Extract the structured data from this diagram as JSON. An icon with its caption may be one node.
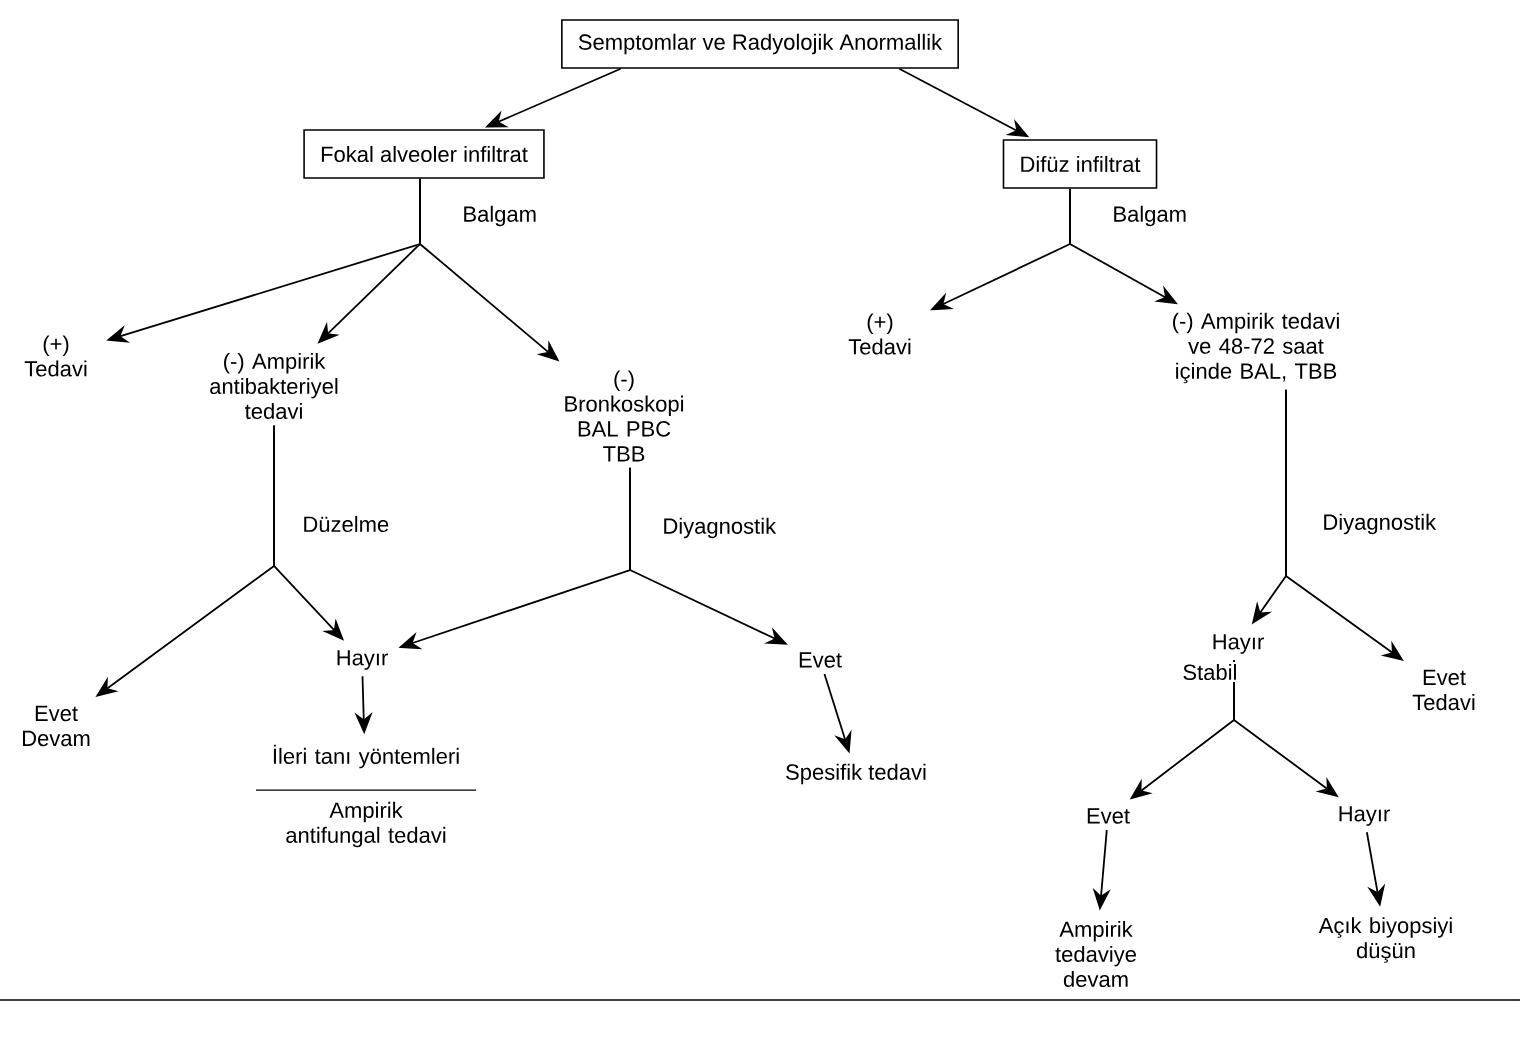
{
  "diagram": {
    "nodes": [
      {
        "text": [
          "Semptomlar ve Radyolojik Anormallik"
        ]
      },
      {
        "text": [
          "Fokal alveoler infiltrat"
        ]
      },
      {
        "text": [
          "Difüz infiltrat"
        ]
      },
      {
        "text": [
          "(+) Tedavi"
        ]
      },
      {
        "text": [
          "(-) Ampirik antibakteriyel tedavi"
        ]
      },
      {
        "text": [
          "(-) Bronkoskopi BAL PBC TBB"
        ]
      },
      {
        "text": [
          "(+) Tedavi"
        ]
      },
      {
        "text": [
          "(-) Ampirik tedavi ve 48-72 saat içinde BAL, TBB"
        ]
      },
      {
        "text": [
          "Evet Devam"
        ]
      },
      {
        "text": [
          "Hayır"
        ]
      },
      {
        "text": [
          "Evet"
        ]
      },
      {
        "text": [
          "İleri tanı yöntemleri",
          "Ampirik antifungal tedavi"
        ]
      },
      {
        "text": [
          "Spesifik tedavi"
        ]
      },
      {
        "text": [
          "Hayır"
        ]
      },
      {
        "text": [
          "Evet Tedavi"
        ]
      },
      {
        "text": [
          "Evet"
        ]
      },
      {
        "text": [
          "Hayır"
        ]
      },
      {
        "text": [
          "Ampirik tedaviye devam"
        ]
      },
      {
        "text": [
          "Açık biyopsiyi düşün"
        ]
      }
    ],
    "edges": [
      {
        "from": 0,
        "to": 1,
        "arrow": "to"
      },
      {
        "from": 0,
        "to": 2,
        "arrow": "to"
      },
      {
        "from": 1,
        "to": 3,
        "arrow": "to",
        "label": "Balgam"
      },
      {
        "from": 1,
        "to": 4,
        "arrow": "to"
      },
      {
        "from": 1,
        "to": 5,
        "arrow": "to"
      },
      {
        "from": 2,
        "to": 6,
        "arrow": "to",
        "label": "Balgam"
      },
      {
        "from": 2,
        "to": 7,
        "arrow": "to"
      },
      {
        "from": 4,
        "to": 8,
        "arrow": "to",
        "label": "Düzelme"
      },
      {
        "from": 4,
        "to": 9,
        "arrow": "to"
      },
      {
        "from": 5,
        "to": 9,
        "arrow": "to",
        "label": "Diyagnostik"
      },
      {
        "from": 5,
        "to": 10,
        "arrow": "to"
      },
      {
        "from": 9,
        "to": 11,
        "arrow": "to"
      },
      {
        "from": 10,
        "to": 12,
        "arrow": "to"
      },
      {
        "from": 7,
        "to": 13,
        "arrow": "to",
        "label": "Diyagnostik"
      },
      {
        "from": 7,
        "to": 14,
        "arrow": "to"
      },
      {
        "from": 13,
        "to": 15,
        "arrow": "to",
        "label": "Stabil"
      },
      {
        "from": 13,
        "to": 16,
        "arrow": "to"
      },
      {
        "from": 15,
        "to": 17,
        "arrow": "to"
      },
      {
        "from": 16,
        "to": 18,
        "arrow": "to"
      }
    ]
  }
}
